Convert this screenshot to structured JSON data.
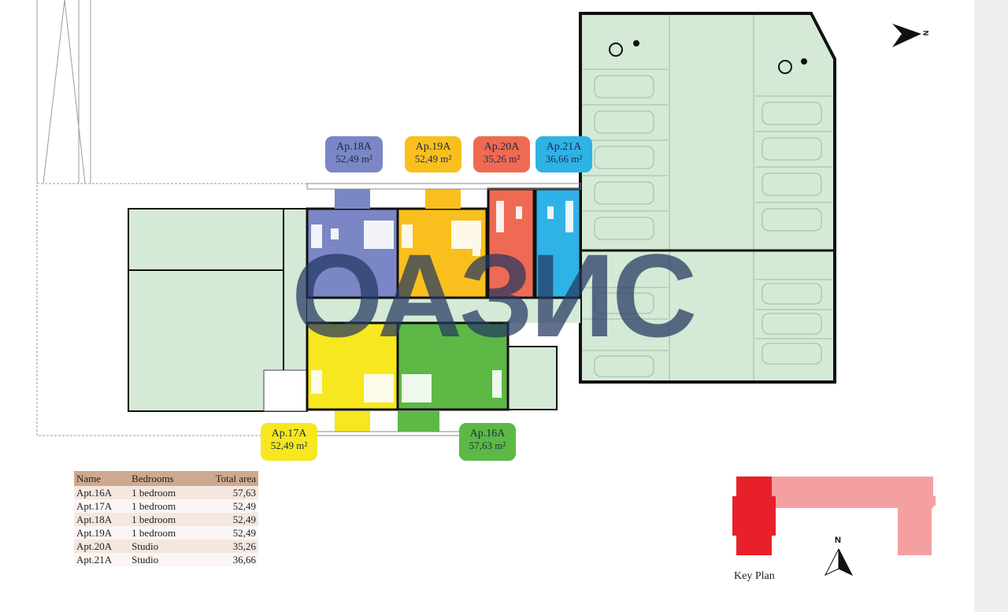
{
  "apartments": [
    {
      "id": "18A",
      "label": "Ap.18A",
      "area": "52,49 m²",
      "color": "#7b86c6"
    },
    {
      "id": "19A",
      "label": "Ap.19A",
      "area": "52,49 m²",
      "color": "#f9bf1d"
    },
    {
      "id": "20A",
      "label": "Ap.20A",
      "area": "35,26 m²",
      "color": "#ef6a52"
    },
    {
      "id": "21A",
      "label": "Ap.21A",
      "area": "36,66 m²",
      "color": "#2fb2e6"
    },
    {
      "id": "17A",
      "label": "Ap.17A",
      "area": "52,49 m²",
      "color": "#f6e71f"
    },
    {
      "id": "16A",
      "label": "Ap.16A",
      "area": "57,63 m²",
      "color": "#5db845"
    }
  ],
  "table": {
    "headers": [
      "Name",
      "Bedrooms",
      "Total area"
    ],
    "rows": [
      [
        "Apt.16A",
        "1 bedroom",
        "57,63"
      ],
      [
        "Apt.17A",
        "1 bedroom",
        "52,49"
      ],
      [
        "Apt.18A",
        "1 bedroom",
        "52,49"
      ],
      [
        "Apt.19A",
        "1 bedroom",
        "52,49"
      ],
      [
        "Apt.20A",
        "Studio",
        "35,26"
      ],
      [
        "Apt.21A",
        "Studio",
        "36,66"
      ]
    ]
  },
  "key_plan": {
    "label": "Key Plan",
    "north": "N",
    "highlight_color": "#e8202a",
    "building_color": "#f4a0a0"
  },
  "compass": {
    "north": "N"
  },
  "watermark": {
    "text": "ОАЗИС"
  },
  "colors": {
    "common_area": "#d4ead6",
    "walls": "#111111"
  }
}
